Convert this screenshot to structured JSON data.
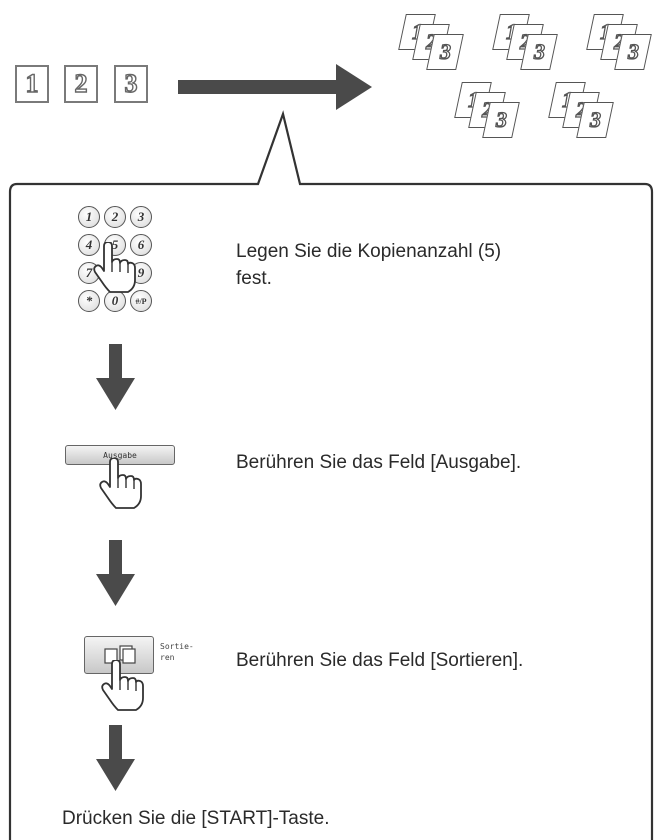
{
  "originals": [
    "1",
    "2",
    "3"
  ],
  "copy_set_digits": [
    "1",
    "2",
    "3"
  ],
  "copy_set_count": 5,
  "keypad": {
    "keys": [
      "1",
      "2",
      "3",
      "4",
      "5",
      "6",
      "7",
      "8",
      "9",
      "*",
      "0",
      "#/P"
    ]
  },
  "steps": [
    {
      "text_line1": "Legen Sie die Kopienanzahl (5)",
      "text_line2": "fest."
    },
    {
      "text": "Berühren Sie das Feld [Ausgabe].",
      "button_label": "Ausgabe"
    },
    {
      "text": "Berühren Sie das Feld [Sortieren].",
      "button_label_line1": "Sortie-",
      "button_label_line2": "ren"
    }
  ],
  "final_instruction": "Drücken Sie die [START]-Taste.",
  "colors": {
    "line": "#333333",
    "arrow": "#4a4a4a",
    "text": "#2a2a2a"
  },
  "icons": [
    "pointing-hand-icon",
    "sort-icon",
    "down-arrow-icon",
    "right-arrow-icon"
  ]
}
